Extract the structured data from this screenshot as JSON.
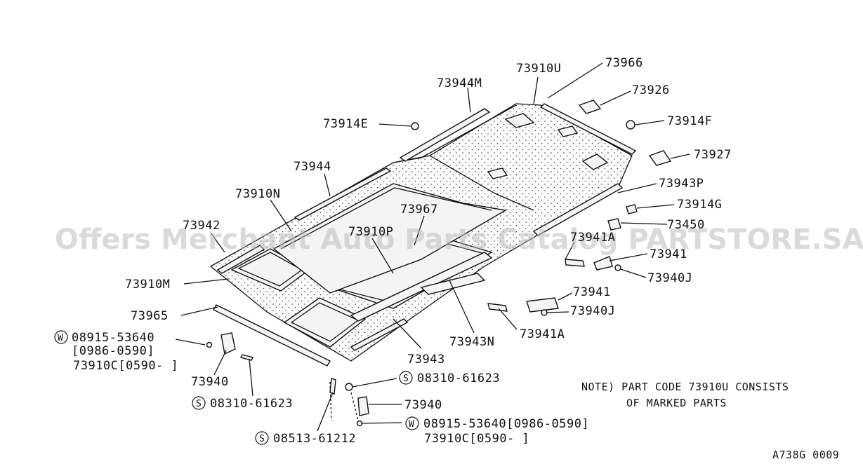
{
  "labels": {
    "l73966": "73966",
    "l73910U": "73910U",
    "l73944M": "73944M",
    "l73926": "73926",
    "l73914F": "73914F",
    "l73914E": "73914E",
    "l73927": "73927",
    "l73944": "73944",
    "l73943P": "73943P",
    "l73910N": "73910N",
    "l73914G": "73914G",
    "l73967": "73967",
    "l73942": "73942",
    "l73910P": "73910P",
    "l73450": "73450",
    "l73941A_top": "73941A",
    "l73941_top": "73941",
    "l73940J_top": "73940J",
    "l73910M": "73910M",
    "l73941_mid": "73941",
    "l73965": "73965",
    "l73940J_mid": "73940J",
    "l73943N": "73943N",
    "l73941A_mid": "73941A",
    "l08915_left": "08915-53640",
    "l0986_left": "[0986-0590]",
    "l73910C_left": "73910C[0590-   ]",
    "l73943": "73943",
    "l73940_left": "73940",
    "l08310_right": "08310-61623",
    "l08310_left": "08310-61623",
    "l73940_right": "73940",
    "l08915_right": "08915-53640[0986-0590]",
    "l08513": "08513-61212",
    "l73910C_right": "73910C[0590-   ]"
  },
  "codes": {
    "w_left": "W",
    "s_left": "S",
    "s_right": "S",
    "w_right": "W",
    "s_bottom": "S"
  },
  "note": {
    "line1": "NOTE) PART CODE 73910U CONSISTS",
    "line2": "OF    MARKED PARTS"
  },
  "figure_id": "A738G 0009",
  "watermark": "Offers Merchant Auto Parts Catalog PARTSTORE.SA"
}
